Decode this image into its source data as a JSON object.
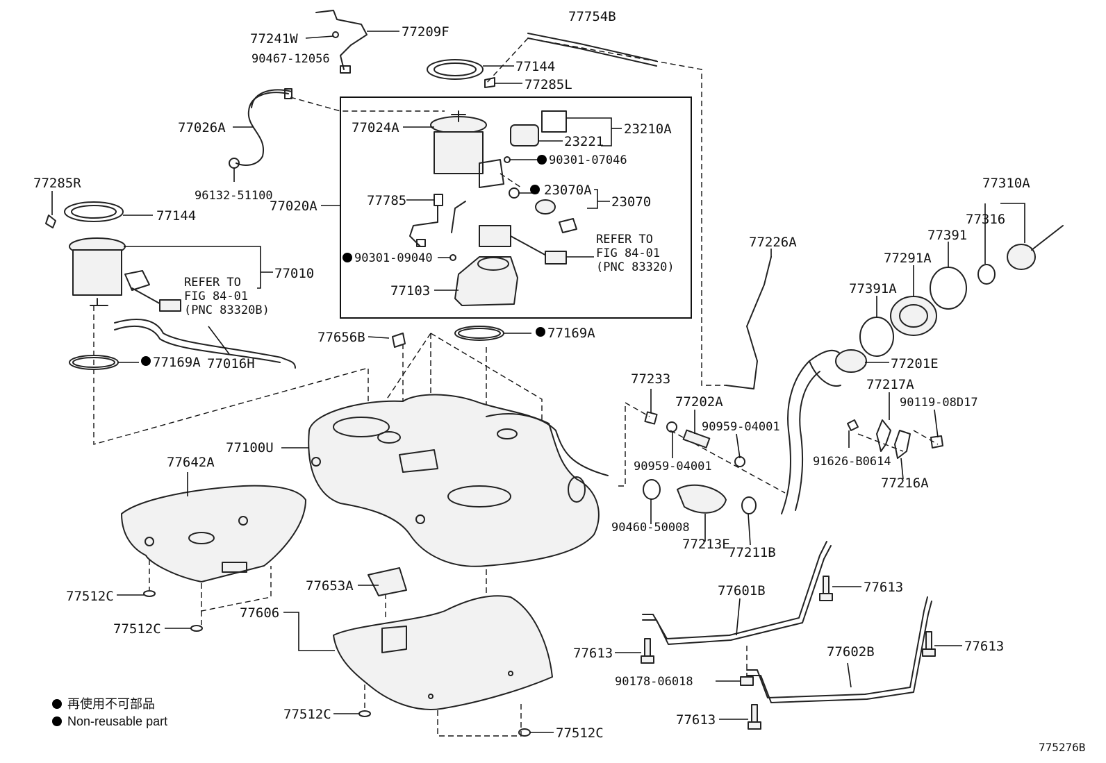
{
  "parts": {
    "p77754B": "77754B",
    "p77241W": "77241W",
    "p77209F": "77209F",
    "p90467": "90467-12056",
    "p77144_top": "77144",
    "p77285L": "77285L",
    "p77026A": "77026A",
    "p77024A": "77024A",
    "p23221": "23221",
    "p23210A": "23210A",
    "p90301_07046": "90301-07046",
    "p96132": "96132-51100",
    "p77285R": "77285R",
    "p77144_left": "77144",
    "p77020A": "77020A",
    "p77785": "77785",
    "p23070A": "23070A",
    "p23070": "23070",
    "p90301_09040": "90301-09040",
    "p77103": "77103",
    "p77010": "77010",
    "p77310A": "77310A",
    "p77316": "77316",
    "p77391": "77391",
    "p77226A": "77226A",
    "p77291A": "77291A",
    "p77391A": "77391A",
    "p77656B": "77656B",
    "p77169A_top": "77169A",
    "p77169A_left": "77169A",
    "p77016H": "77016H",
    "p77201E": "77201E",
    "p77233": "77233",
    "p77202A": "77202A",
    "p77217A": "77217A",
    "p90119": "90119-08D17",
    "p90959_a": "90959-04001",
    "p90959_b": "90959-04001",
    "p91626": "91626-B0614",
    "p77100U": "77100U",
    "p77642A": "77642A",
    "p77216A": "77216A",
    "p90460": "90460-50008",
    "p77213E": "77213E",
    "p77211B": "77211B",
    "p77613_a": "77613",
    "p77601B": "77601B",
    "p77512C_a": "77512C",
    "p77653A": "77653A",
    "p77606": "77606",
    "p77512C_b": "77512C",
    "p77613_b": "77613",
    "p77602B": "77602B",
    "p77613_c": "77613",
    "p90178": "90178-06018",
    "p77512C_c": "77512C",
    "p77613_d": "77613",
    "p77512C_d": "77512C"
  },
  "refer_left": {
    "line1": "REFER TO",
    "line2": "FIG 84-01",
    "line3": "(PNC 83320B)"
  },
  "refer_right": {
    "line1": "REFER TO",
    "line2": "FIG 84-01",
    "line3": "(PNC 83320)"
  },
  "legend": {
    "jp": "再使用不可部品",
    "en": "Non-reusable part"
  },
  "figure_code": "775276B"
}
